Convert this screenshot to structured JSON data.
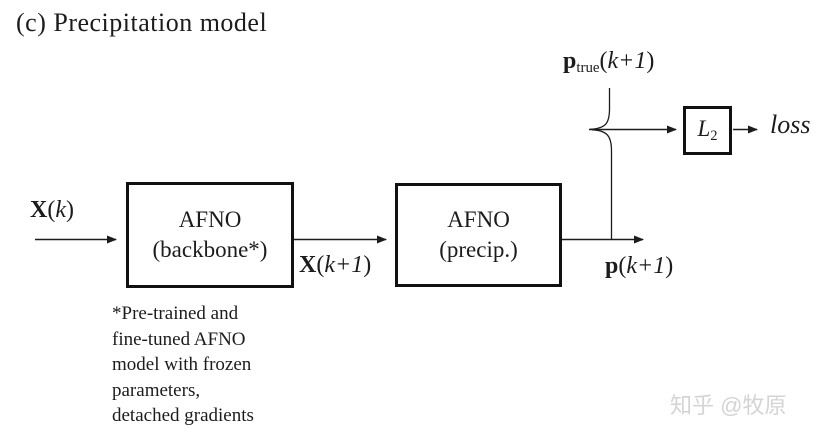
{
  "colors": {
    "ink": "#1c1c1c",
    "box_border": "#111111",
    "watermark": "#d4d4d4",
    "background": "#ffffff"
  },
  "title": "(c) Precipitation model",
  "boxes": {
    "backbone": {
      "line1": "AFNO",
      "line2": "(backbone*)"
    },
    "precip": {
      "line1": "AFNO",
      "line2": "(precip.)"
    },
    "l2": {
      "symbol": "L",
      "subscript": "2"
    }
  },
  "labels": {
    "input": {
      "variable": "X",
      "open": "(",
      "arg": "k",
      "close": ")"
    },
    "intermediate": {
      "variable": "X",
      "open": "(",
      "arg": "k+1",
      "close": ")"
    },
    "p_true": {
      "variable": "p",
      "subscript": "true",
      "open": "(",
      "arg": "k+1",
      "close": ")"
    },
    "output": {
      "variable": "p",
      "open": "(",
      "arg": "k+1",
      "close": ")"
    },
    "loss": "loss"
  },
  "footnote": {
    "lines": [
      "*Pre-trained and",
      "fine-tuned AFNO",
      "model with frozen",
      "parameters,",
      "detached gradients"
    ]
  },
  "watermark": "知乎 @牧原"
}
